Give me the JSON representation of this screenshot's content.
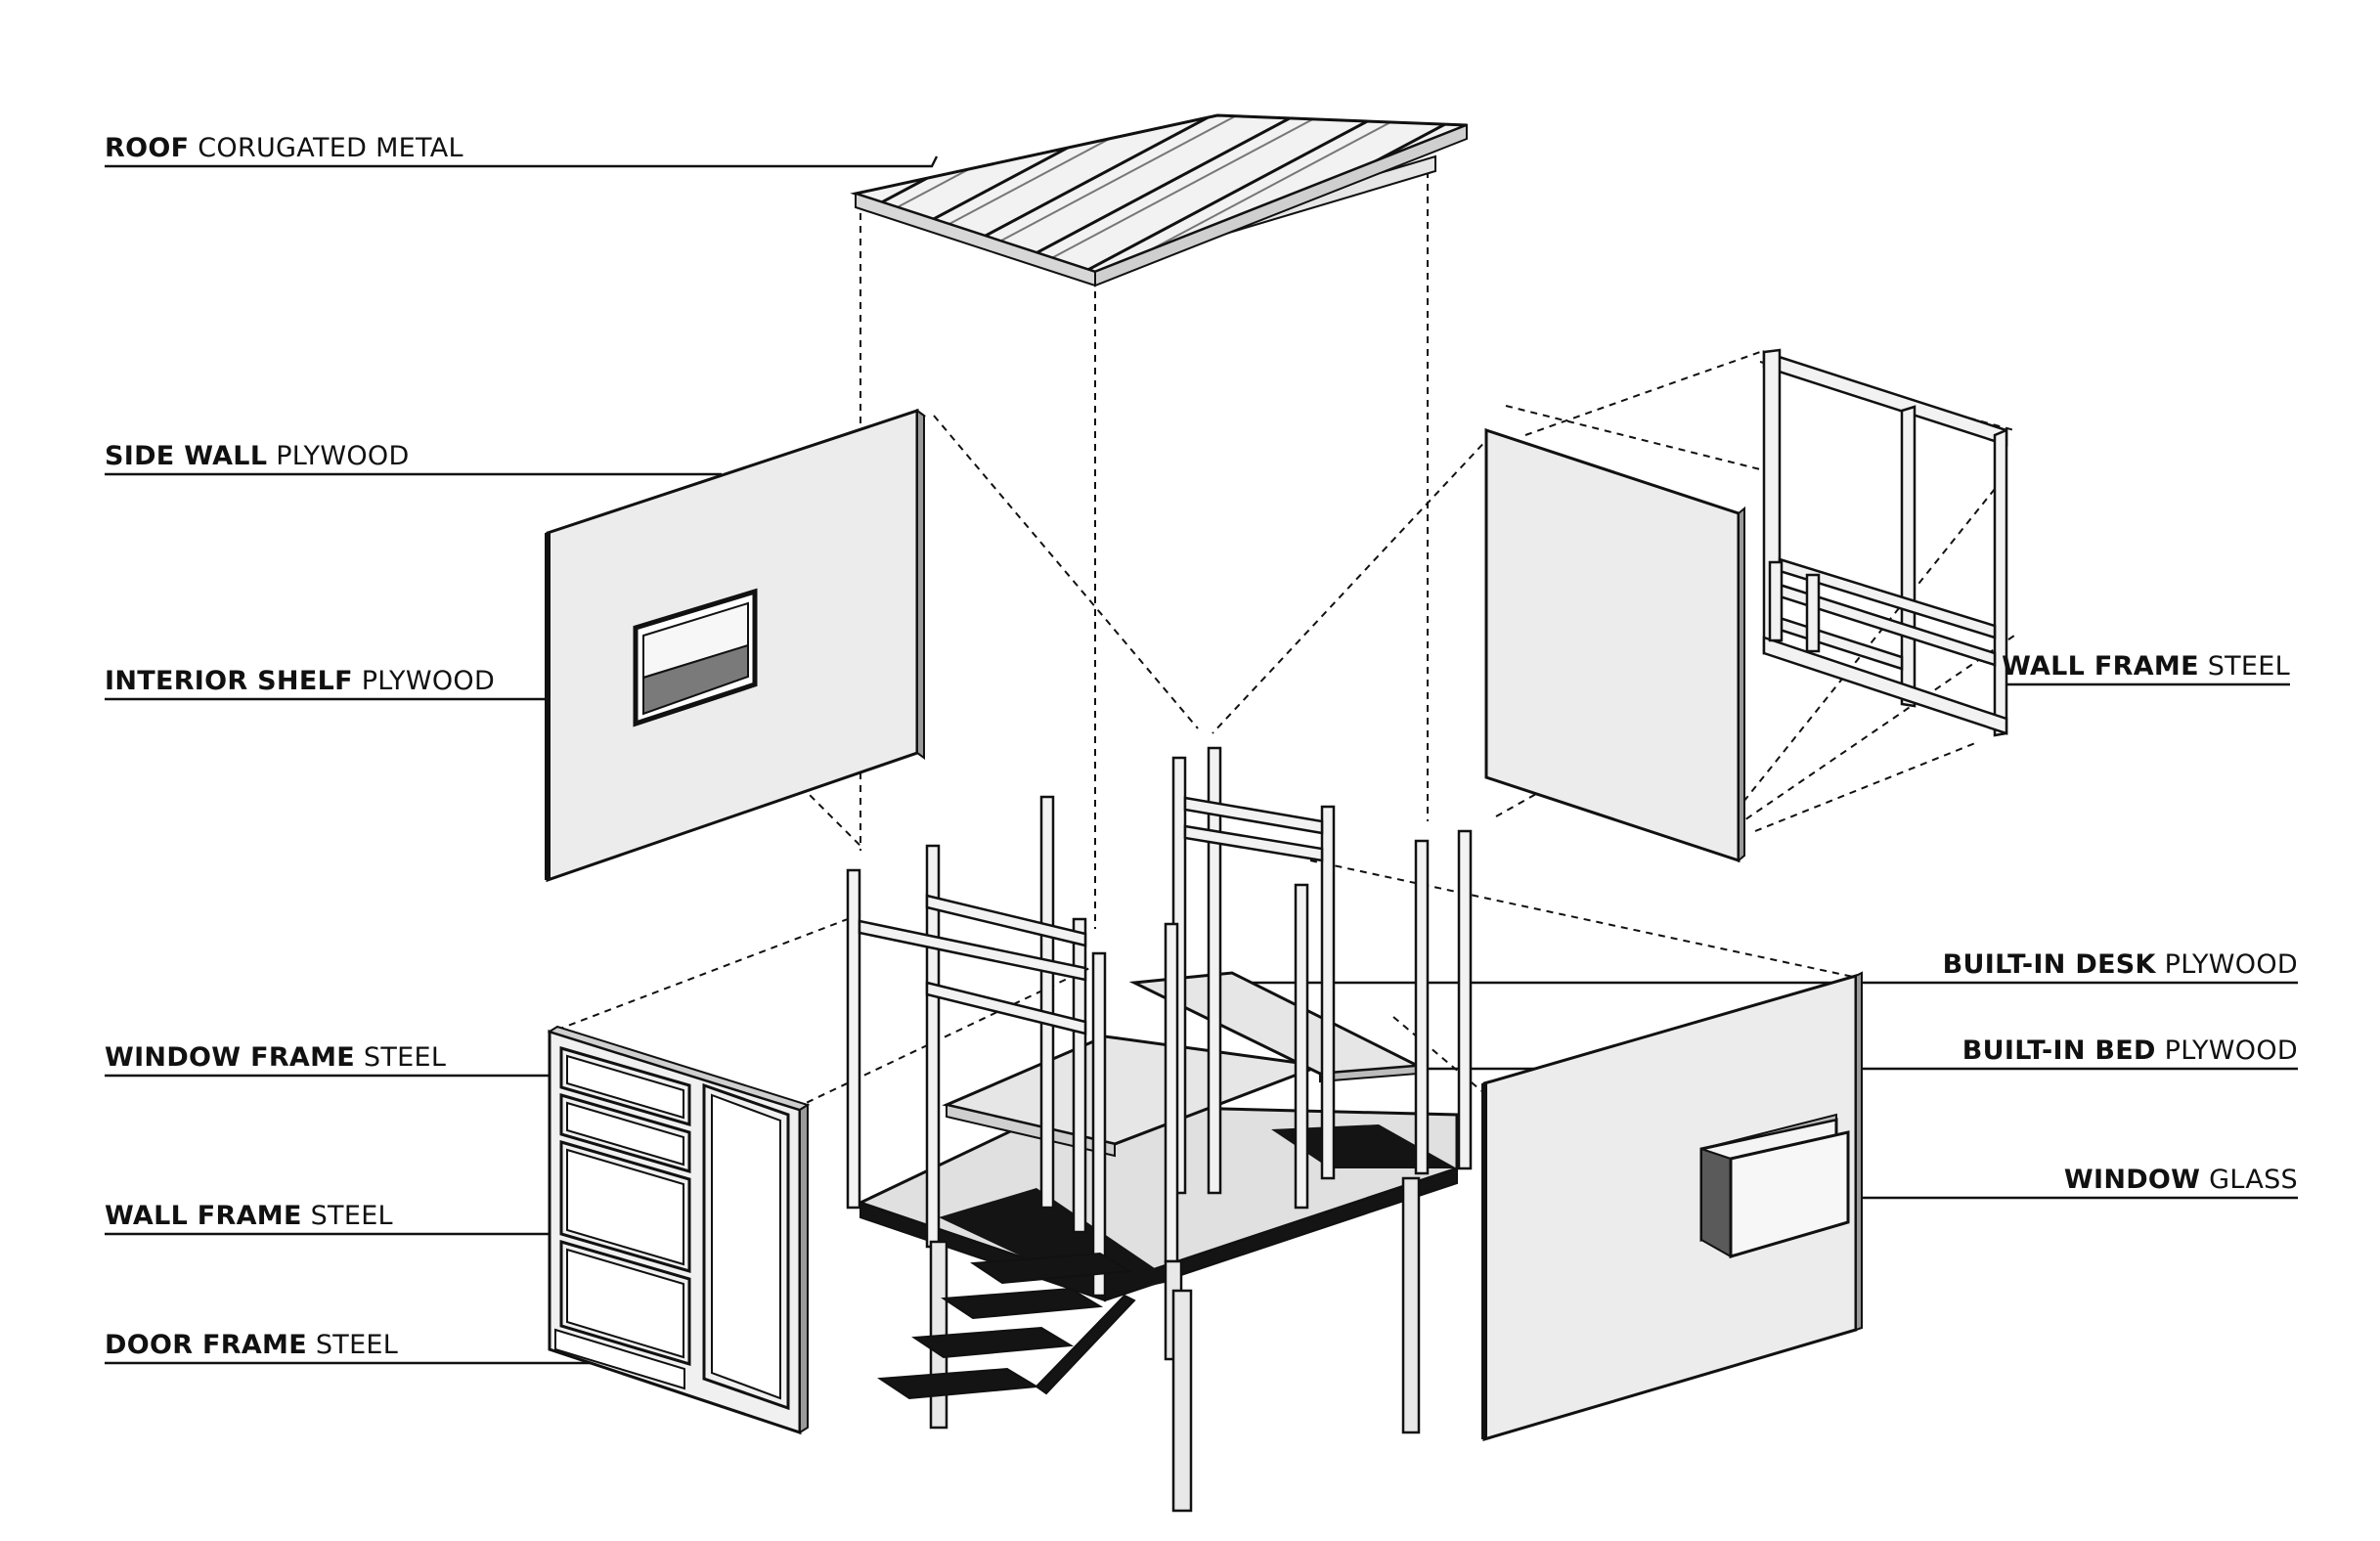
{
  "colors": {
    "ink": "#111111",
    "panel": "#ececec",
    "glass": "#f4f4f4",
    "shadow": "#9a9a9a",
    "floor": "#141414"
  },
  "labels": {
    "roof": {
      "part": "ROOF",
      "material": "CORUGATED METAL"
    },
    "side_wall": {
      "part": "SIDE WALL",
      "material": "PLYWOOD"
    },
    "interior_shelf": {
      "part": "INTERIOR SHELF",
      "material": "PLYWOOD"
    },
    "window_frame": {
      "part": "WINDOW FRAME",
      "material": "STEEL"
    },
    "wall_frame_left": {
      "part": "WALL FRAME",
      "material": "STEEL"
    },
    "door_frame": {
      "part": "DOOR FRAME",
      "material": "STEEL"
    },
    "wall_frame_right": {
      "part": "WALL FRAME",
      "material": "STEEL"
    },
    "built_in_desk": {
      "part": "BUILT-IN DESK",
      "material": "PLYWOOD"
    },
    "built_in_bed": {
      "part": "BUILT-IN BED",
      "material": "PLYWOOD"
    },
    "window": {
      "part": "WINDOW",
      "material": "GLASS"
    }
  }
}
